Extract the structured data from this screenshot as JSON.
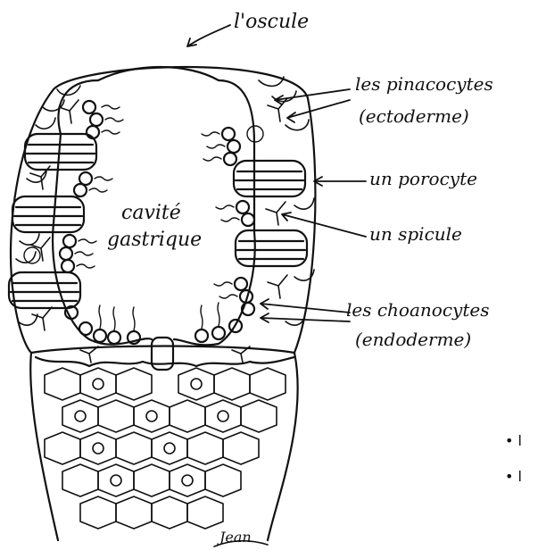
{
  "diagram": {
    "labels": {
      "osculum": "l'oscule",
      "pinacocytes": "les pinacocytes",
      "ectoderm": "(ectoderme)",
      "porocyte": "un porocyte",
      "spicule": "un spicule",
      "choanocytes": "les choanocytes",
      "endoderm": "(endoderme)",
      "cavity_line1": "cavité",
      "cavity_line2": "gastrique",
      "signature": "Jean"
    },
    "bullets": [
      "l",
      "l"
    ]
  }
}
